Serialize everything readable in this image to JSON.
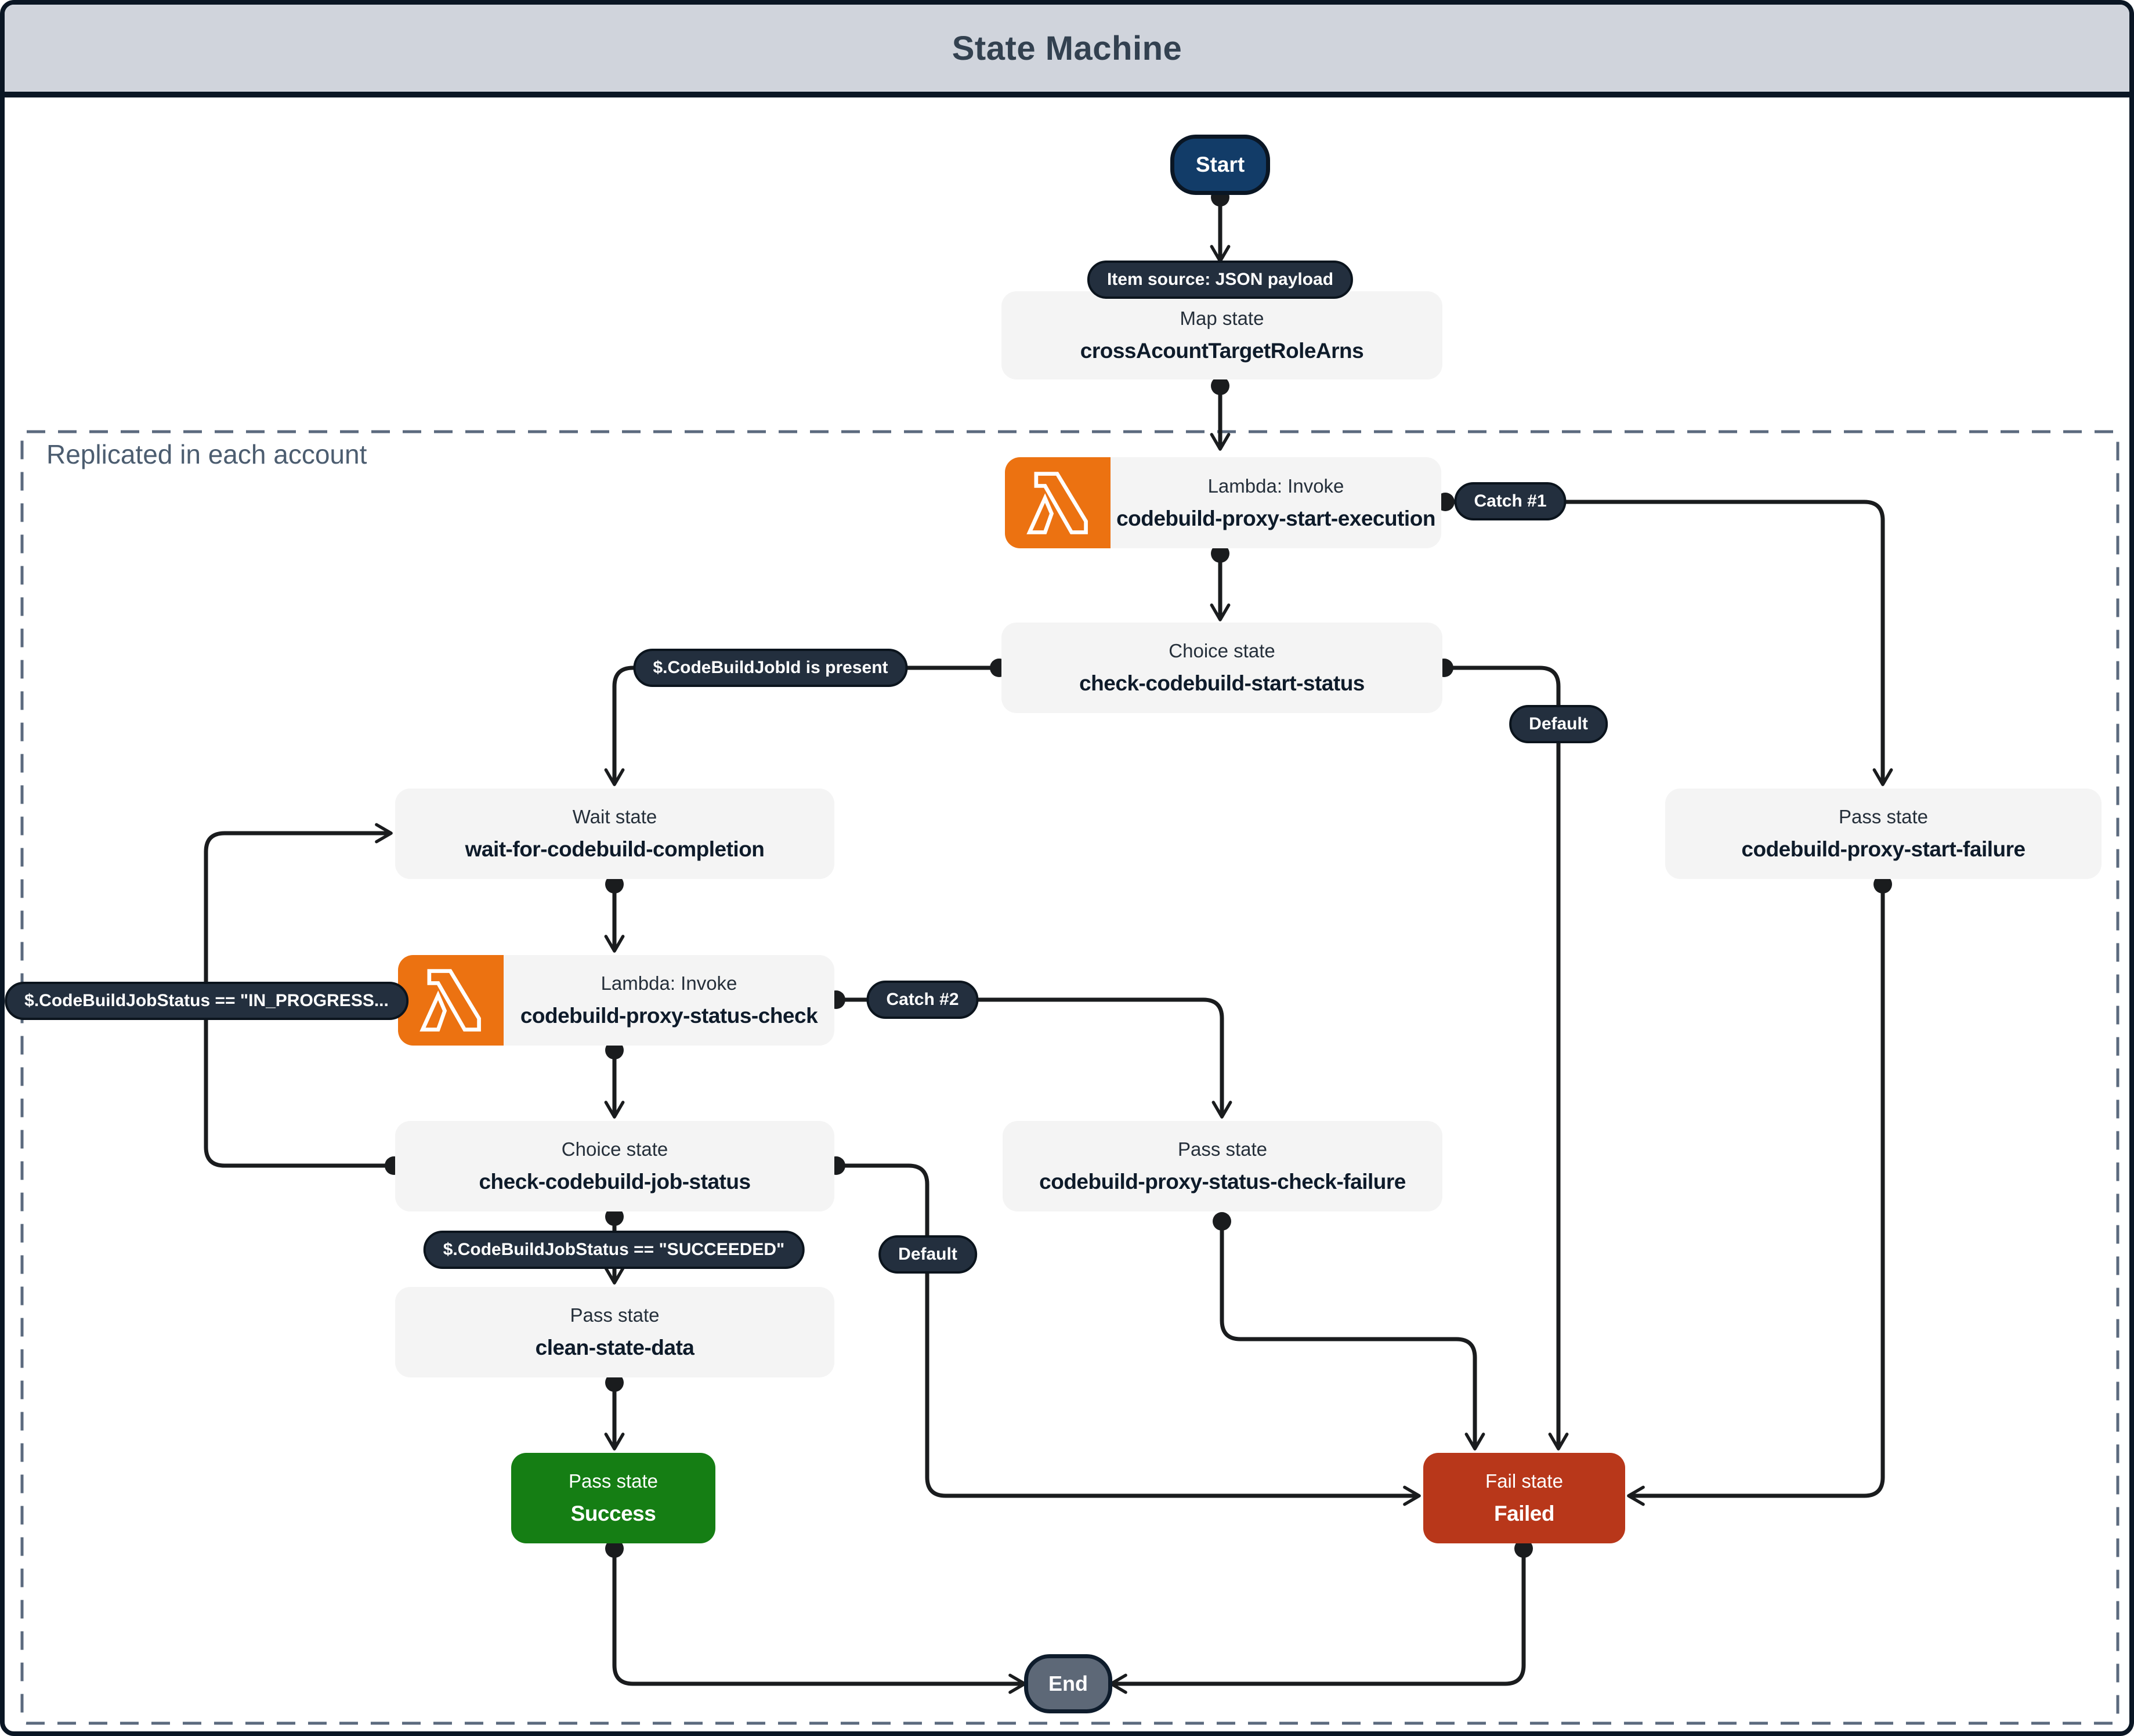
{
  "title": "State Machine",
  "region": {
    "label": "Replicated in each account"
  },
  "terminals": {
    "start": "Start",
    "end": "End"
  },
  "states": {
    "map": {
      "type": "Map state",
      "name": "crossAcountTargetRoleArns"
    },
    "lambda_start_execution": {
      "type": "Lambda: Invoke",
      "name": "codebuild-proxy-start-execution"
    },
    "choice_start_status": {
      "type": "Choice state",
      "name": "check-codebuild-start-status"
    },
    "pass_start_failure": {
      "type": "Pass state",
      "name": "codebuild-proxy-start-failure"
    },
    "wait_completion": {
      "type": "Wait state",
      "name": "wait-for-codebuild-completion"
    },
    "lambda_status_check": {
      "type": "Lambda: Invoke",
      "name": "codebuild-proxy-status-check"
    },
    "choice_job_status": {
      "type": "Choice state",
      "name": "check-codebuild-job-status"
    },
    "pass_status_check_failure": {
      "type": "Pass state",
      "name": "codebuild-proxy-status-check-failure"
    },
    "pass_clean": {
      "type": "Pass state",
      "name": "clean-state-data"
    },
    "pass_success": {
      "type": "Pass state",
      "name": "Success"
    },
    "fail_failed": {
      "type": "Fail state",
      "name": "Failed"
    }
  },
  "edge_labels": {
    "item_source": "Item source: JSON payload",
    "catch_1": "Catch #1",
    "catch_2": "Catch #2",
    "jobid_present": "$.CodeBuildJobId is present",
    "default_start": "Default",
    "default_job": "Default",
    "in_progress": "$.CodeBuildJobStatus == \"IN_PROGRESS...",
    "succeeded": "$.CodeBuildJobStatus == \"SUCCEEDED\""
  },
  "icons": {
    "lambda": "lambda-icon"
  },
  "colors": {
    "lambda_orange": "#EC7211",
    "success_green": "#157E14",
    "fail_red": "#B8371A",
    "pill_navy": "#232F3E",
    "start_navy": "#123C68",
    "end_gray": "#5D6877",
    "state_gray": "#F4F4F4",
    "titlebar_gray": "#D0D4DC",
    "frame_navy": "#0A1624",
    "dashed_slate": "#5B6A7E",
    "wire_dark": "#1A1C1E"
  }
}
